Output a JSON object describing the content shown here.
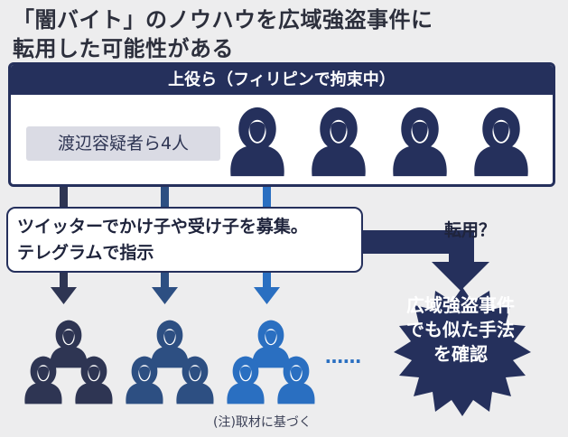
{
  "title_line1": "「闇バイト」のノウハウを広域強盗事件に",
  "title_line2": "転用した可能性がある",
  "top_header": "上役ら（フィリピンで拘束中）",
  "leaders_label": "渡辺容疑者ら4人",
  "bubble_line1": "ツイッターでかけ子や受け子を募集。",
  "bubble_line2": "テレグラムで指示",
  "reuse_label": "転用？",
  "starburst_line1": "広域強盗事件",
  "starburst_line2": "でも似た手法",
  "starburst_line3": "を確認",
  "ellipsis": "……",
  "note": "(注)取材に基づく",
  "colors": {
    "navy": "#25305c",
    "group1": "#2e3553",
    "group2": "#2d4f82",
    "group3": "#2a6fc1"
  }
}
